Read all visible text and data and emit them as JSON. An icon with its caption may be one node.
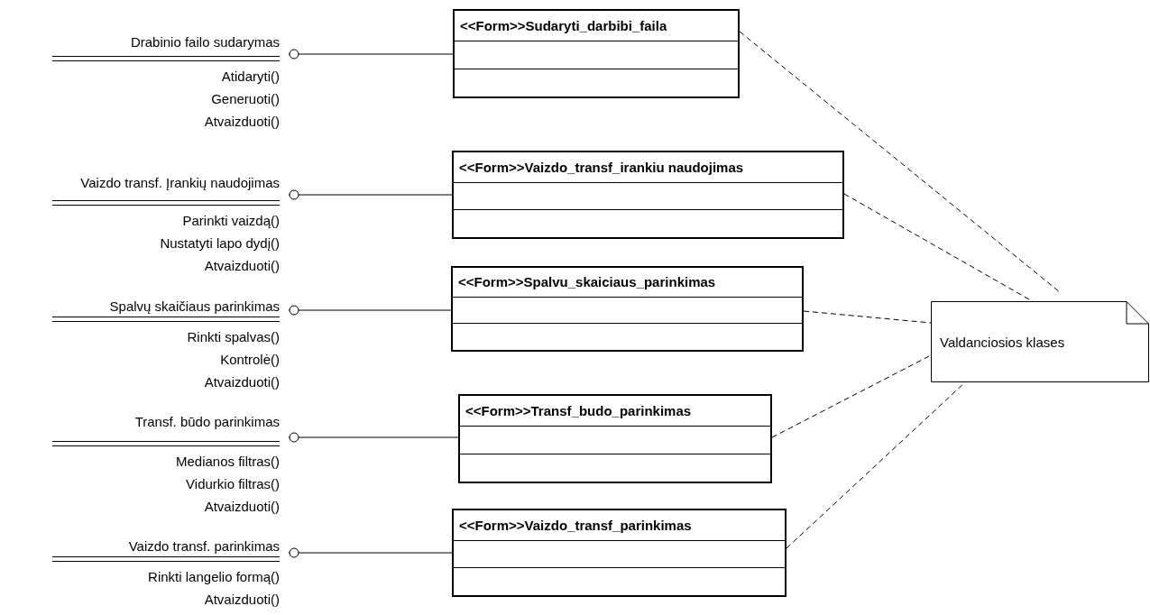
{
  "diagram": {
    "nodes": [
      {
        "text": [
          "Drabinio failo sudarymas",
          "Atidaryti()",
          "Generuoti()",
          "Atvaizduoti()"
        ]
      },
      {
        "text": [
          "<<Form>>Sudaryti_darbibi_faila"
        ]
      },
      {
        "text": [
          "Vaizdo transf. Įrankių naudojimas",
          "Parinkti vaizdą()",
          "Nustatyti lapo dydį()",
          "Atvaizduoti()"
        ]
      },
      {
        "text": [
          "<<Form>>Vaizdo_transf_irankiu naudojimas"
        ]
      },
      {
        "text": [
          "Spalvų skaičiaus parinkimas",
          "Rinkti spalvas()",
          "Kontrolė()",
          "Atvaizduoti()"
        ]
      },
      {
        "text": [
          "<<Form>>Spalvu_skaiciaus_parinkimas"
        ]
      },
      {
        "text": [
          "Transf. būdo parinkimas",
          "Medianos filtras()",
          "Vidurkio filtras()",
          "Atvaizduoti()"
        ]
      },
      {
        "text": [
          "<<Form>>Transf_budo_parinkimas"
        ]
      },
      {
        "text": [
          "Vaizdo transf. parinkimas",
          "Rinkti langelio formą()",
          "Atvaizduoti()"
        ]
      },
      {
        "text": [
          "<<Form>>Vaizdo_transf_parinkimas"
        ]
      },
      {
        "text": [
          "Valdanciosios klases"
        ]
      }
    ],
    "edges": [
      {
        "from": 0,
        "to": 1,
        "arrow": "other"
      },
      {
        "from": 2,
        "to": 3,
        "arrow": "other"
      },
      {
        "from": 4,
        "to": 5,
        "arrow": "other"
      },
      {
        "from": 6,
        "to": 7,
        "arrow": "other"
      },
      {
        "from": 8,
        "to": 9,
        "arrow": "other"
      },
      {
        "from": 1,
        "to": 10,
        "arrow": "none",
        "style": "dashed"
      },
      {
        "from": 3,
        "to": 10,
        "arrow": "none",
        "style": "dashed"
      },
      {
        "from": 5,
        "to": 10,
        "arrow": "none",
        "style": "dashed"
      },
      {
        "from": 7,
        "to": 10,
        "arrow": "none",
        "style": "dashed"
      },
      {
        "from": 9,
        "to": 10,
        "arrow": "none",
        "style": "dashed"
      }
    ]
  }
}
